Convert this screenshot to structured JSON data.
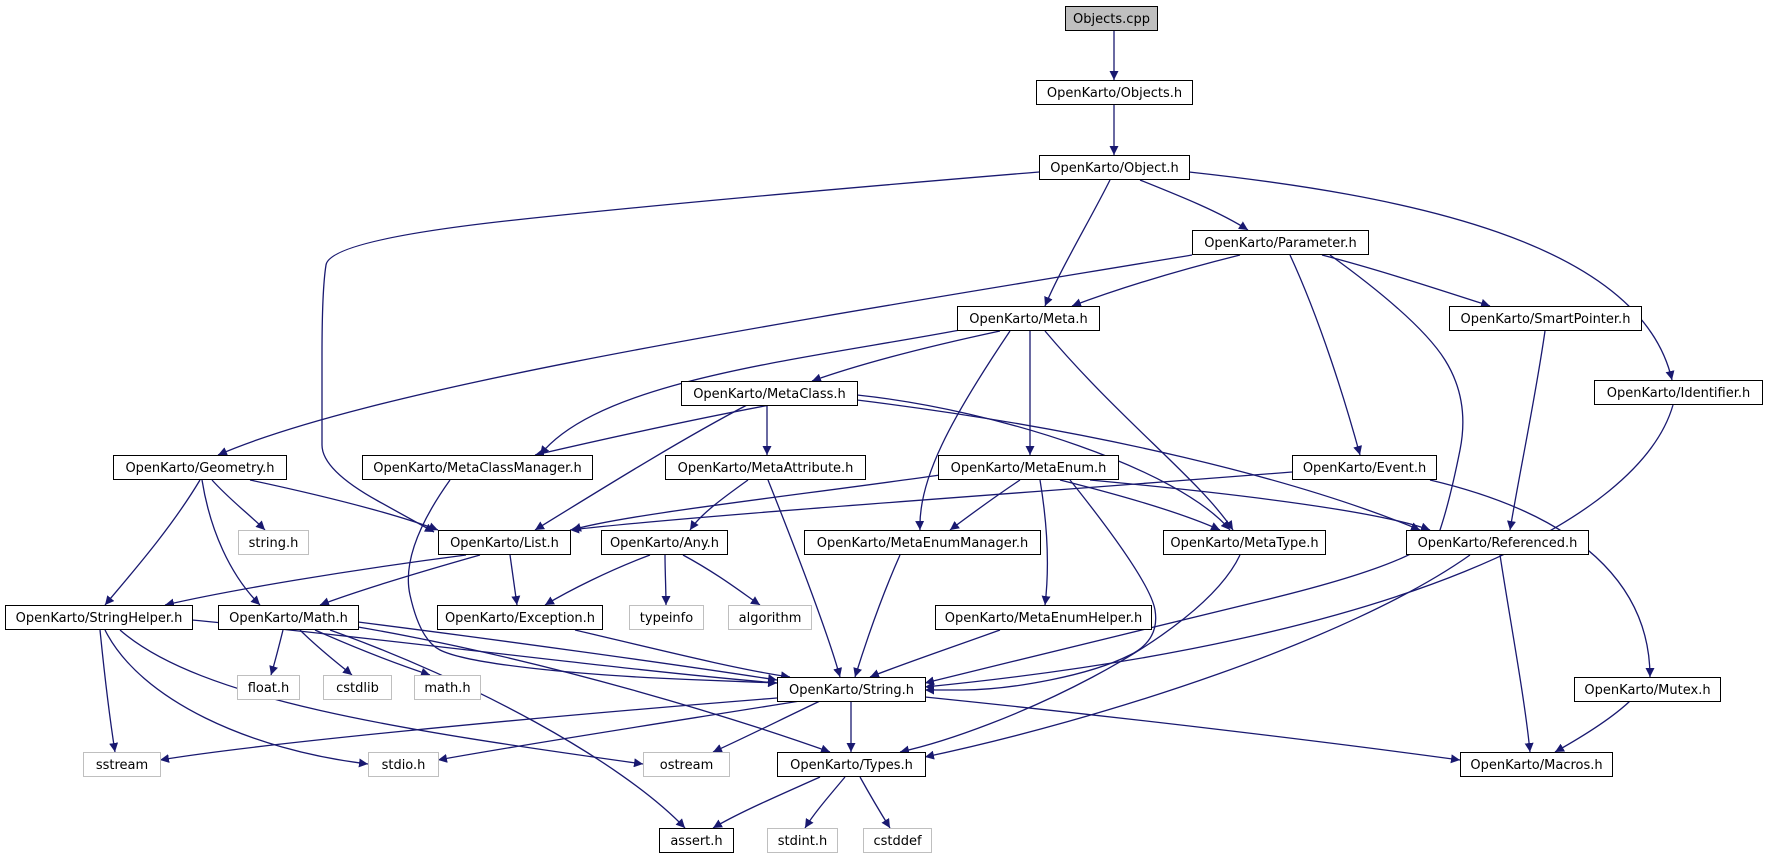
{
  "graph": {
    "colors": {
      "edge": "#191970",
      "arrow": "#191970",
      "box_border": "#000000",
      "box_border_system": "#bfbfbf",
      "root_fill": "#bfbfbf",
      "text": "#000000",
      "text_system": "#000000"
    },
    "nodes": [
      {
        "id": "objects_cpp",
        "label": "Objects.cpp",
        "kind": "root"
      },
      {
        "id": "objects_h",
        "label": "OpenKarto/Objects.h",
        "kind": "header"
      },
      {
        "id": "object_h",
        "label": "OpenKarto/Object.h",
        "kind": "header"
      },
      {
        "id": "parameter_h",
        "label": "OpenKarto/Parameter.h",
        "kind": "header"
      },
      {
        "id": "meta_h",
        "label": "OpenKarto/Meta.h",
        "kind": "header"
      },
      {
        "id": "smartpointer_h",
        "label": "OpenKarto/SmartPointer.h",
        "kind": "header"
      },
      {
        "id": "identifier_h",
        "label": "OpenKarto/Identifier.h",
        "kind": "header"
      },
      {
        "id": "metaclass_h",
        "label": "OpenKarto/MetaClass.h",
        "kind": "header"
      },
      {
        "id": "geometry_h",
        "label": "OpenKarto/Geometry.h",
        "kind": "header"
      },
      {
        "id": "metaclassmanager_h",
        "label": "OpenKarto/MetaClassManager.h",
        "kind": "header"
      },
      {
        "id": "metaattribute_h",
        "label": "OpenKarto/MetaAttribute.h",
        "kind": "header"
      },
      {
        "id": "metaenum_h",
        "label": "OpenKarto/MetaEnum.h",
        "kind": "header"
      },
      {
        "id": "event_h",
        "label": "OpenKarto/Event.h",
        "kind": "header"
      },
      {
        "id": "string_h_sys",
        "label": "string.h",
        "kind": "system"
      },
      {
        "id": "list_h",
        "label": "OpenKarto/List.h",
        "kind": "header"
      },
      {
        "id": "any_h",
        "label": "OpenKarto/Any.h",
        "kind": "header"
      },
      {
        "id": "metaenummanager_h",
        "label": "OpenKarto/MetaEnumManager.h",
        "kind": "header"
      },
      {
        "id": "metatype_h",
        "label": "OpenKarto/MetaType.h",
        "kind": "header"
      },
      {
        "id": "referenced_h",
        "label": "OpenKarto/Referenced.h",
        "kind": "header"
      },
      {
        "id": "stringhelper_h",
        "label": "OpenKarto/StringHelper.h",
        "kind": "header"
      },
      {
        "id": "math_h",
        "label": "OpenKarto/Math.h",
        "kind": "header"
      },
      {
        "id": "exception_h",
        "label": "OpenKarto/Exception.h",
        "kind": "header"
      },
      {
        "id": "typeinfo",
        "label": "typeinfo",
        "kind": "system"
      },
      {
        "id": "algorithm",
        "label": "algorithm",
        "kind": "system"
      },
      {
        "id": "metaenumhelper_h",
        "label": "OpenKarto/MetaEnumHelper.h",
        "kind": "header"
      },
      {
        "id": "float_h",
        "label": "float.h",
        "kind": "system"
      },
      {
        "id": "cstdlib",
        "label": "cstdlib",
        "kind": "system"
      },
      {
        "id": "math_h_sys",
        "label": "math.h",
        "kind": "system"
      },
      {
        "id": "okstring_h",
        "label": "OpenKarto/String.h",
        "kind": "header"
      },
      {
        "id": "mutex_h",
        "label": "OpenKarto/Mutex.h",
        "kind": "header"
      },
      {
        "id": "sstream",
        "label": "sstream",
        "kind": "system"
      },
      {
        "id": "stdio_h",
        "label": "stdio.h",
        "kind": "system"
      },
      {
        "id": "ostream",
        "label": "ostream",
        "kind": "system"
      },
      {
        "id": "types_h",
        "label": "OpenKarto/Types.h",
        "kind": "header"
      },
      {
        "id": "macros_h",
        "label": "OpenKarto/Macros.h",
        "kind": "header"
      },
      {
        "id": "assert_h",
        "label": "assert.h",
        "kind": "header"
      },
      {
        "id": "stdint_h",
        "label": "stdint.h",
        "kind": "system"
      },
      {
        "id": "cstddef",
        "label": "cstddef",
        "kind": "system"
      }
    ],
    "edges": [
      {
        "from": "objects_cpp",
        "to": "objects_h"
      },
      {
        "from": "objects_h",
        "to": "object_h"
      },
      {
        "from": "object_h",
        "to": "parameter_h"
      },
      {
        "from": "object_h",
        "to": "meta_h"
      },
      {
        "from": "object_h",
        "to": "list_h"
      },
      {
        "from": "object_h",
        "to": "identifier_h"
      },
      {
        "from": "parameter_h",
        "to": "meta_h"
      },
      {
        "from": "parameter_h",
        "to": "geometry_h"
      },
      {
        "from": "parameter_h",
        "to": "smartpointer_h"
      },
      {
        "from": "parameter_h",
        "to": "event_h"
      },
      {
        "from": "parameter_h",
        "to": "okstring_h"
      },
      {
        "from": "meta_h",
        "to": "metaclass_h"
      },
      {
        "from": "meta_h",
        "to": "metaclassmanager_h"
      },
      {
        "from": "meta_h",
        "to": "metaenum_h"
      },
      {
        "from": "meta_h",
        "to": "metaenummanager_h"
      },
      {
        "from": "meta_h",
        "to": "metatype_h"
      },
      {
        "from": "smartpointer_h",
        "to": "referenced_h"
      },
      {
        "from": "identifier_h",
        "to": "okstring_h"
      },
      {
        "from": "metaclass_h",
        "to": "metaclassmanager_h"
      },
      {
        "from": "metaclass_h",
        "to": "metaattribute_h"
      },
      {
        "from": "metaclass_h",
        "to": "list_h"
      },
      {
        "from": "metaclass_h",
        "to": "metatype_h"
      },
      {
        "from": "metaclass_h",
        "to": "referenced_h"
      },
      {
        "from": "geometry_h",
        "to": "string_h_sys"
      },
      {
        "from": "geometry_h",
        "to": "list_h"
      },
      {
        "from": "geometry_h",
        "to": "stringhelper_h"
      },
      {
        "from": "geometry_h",
        "to": "math_h"
      },
      {
        "from": "metaclassmanager_h",
        "to": "okstring_h"
      },
      {
        "from": "metaattribute_h",
        "to": "any_h"
      },
      {
        "from": "metaattribute_h",
        "to": "okstring_h"
      },
      {
        "from": "metaenum_h",
        "to": "list_h"
      },
      {
        "from": "metaenum_h",
        "to": "metaenummanager_h"
      },
      {
        "from": "metaenum_h",
        "to": "metatype_h"
      },
      {
        "from": "metaenum_h",
        "to": "referenced_h"
      },
      {
        "from": "metaenum_h",
        "to": "metaenumhelper_h"
      },
      {
        "from": "metaenum_h",
        "to": "okstring_h"
      },
      {
        "from": "event_h",
        "to": "list_h"
      },
      {
        "from": "event_h",
        "to": "mutex_h"
      },
      {
        "from": "list_h",
        "to": "stringhelper_h"
      },
      {
        "from": "list_h",
        "to": "math_h"
      },
      {
        "from": "list_h",
        "to": "exception_h"
      },
      {
        "from": "any_h",
        "to": "exception_h"
      },
      {
        "from": "any_h",
        "to": "typeinfo"
      },
      {
        "from": "any_h",
        "to": "algorithm"
      },
      {
        "from": "metaenummanager_h",
        "to": "okstring_h"
      },
      {
        "from": "metatype_h",
        "to": "types_h"
      },
      {
        "from": "referenced_h",
        "to": "types_h"
      },
      {
        "from": "referenced_h",
        "to": "macros_h"
      },
      {
        "from": "stringhelper_h",
        "to": "okstring_h"
      },
      {
        "from": "stringhelper_h",
        "to": "sstream"
      },
      {
        "from": "stringhelper_h",
        "to": "stdio_h"
      },
      {
        "from": "stringhelper_h",
        "to": "ostream"
      },
      {
        "from": "math_h",
        "to": "float_h"
      },
      {
        "from": "math_h",
        "to": "cstdlib"
      },
      {
        "from": "math_h",
        "to": "math_h_sys"
      },
      {
        "from": "math_h",
        "to": "okstring_h"
      },
      {
        "from": "math_h",
        "to": "types_h"
      },
      {
        "from": "math_h",
        "to": "assert_h"
      },
      {
        "from": "exception_h",
        "to": "okstring_h"
      },
      {
        "from": "metaenumhelper_h",
        "to": "okstring_h"
      },
      {
        "from": "okstring_h",
        "to": "sstream"
      },
      {
        "from": "okstring_h",
        "to": "stdio_h"
      },
      {
        "from": "okstring_h",
        "to": "ostream"
      },
      {
        "from": "okstring_h",
        "to": "types_h"
      },
      {
        "from": "okstring_h",
        "to": "macros_h"
      },
      {
        "from": "mutex_h",
        "to": "macros_h"
      },
      {
        "from": "types_h",
        "to": "assert_h"
      },
      {
        "from": "types_h",
        "to": "stdint_h"
      },
      {
        "from": "types_h",
        "to": "cstddef"
      }
    ]
  }
}
